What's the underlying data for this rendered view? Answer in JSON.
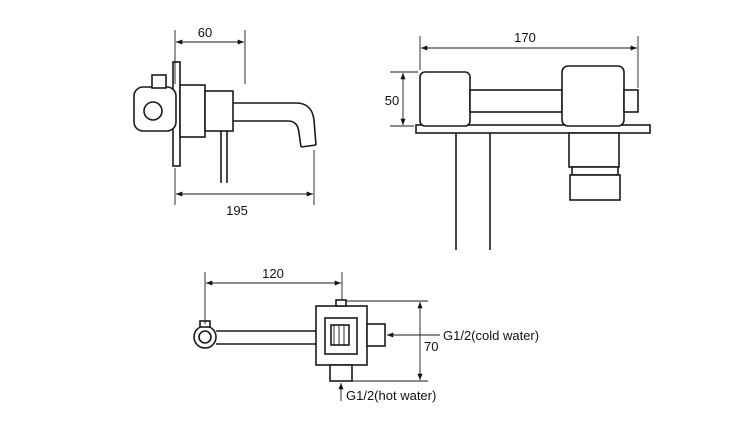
{
  "dimensions": {
    "side_top_width": "60",
    "side_spout_length": "195",
    "front_width": "170",
    "front_height": "50",
    "box_center_distance": "120",
    "box_height": "70"
  },
  "labels": {
    "cold_inlet": "G1/2(cold water)",
    "hot_inlet": "G1/2(hot water)"
  }
}
